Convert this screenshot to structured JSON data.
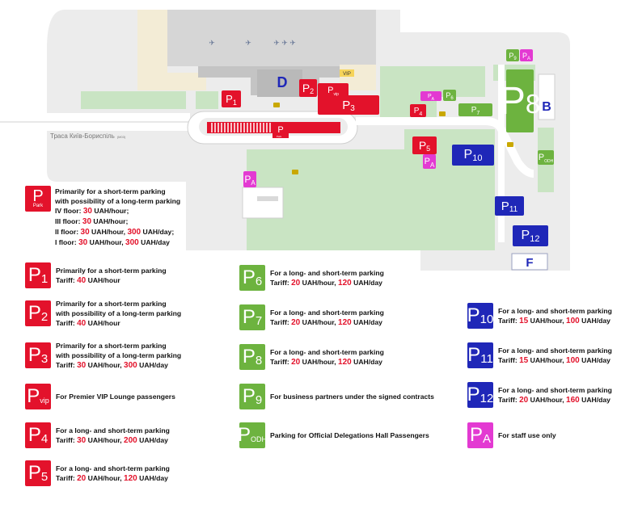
{
  "colors": {
    "red": "#e3122b",
    "green": "#6db33f",
    "blue": "#1f27b8",
    "magenta": "#e33ad2",
    "park": "#c9e4c3",
    "road": "#ececec",
    "terminal": "#bfbfbf"
  },
  "map": {
    "road_label": "Траса Київ-Бориспіль",
    "road_code": "(М03)",
    "terminals": {
      "d": "D",
      "b": "B",
      "f": "F"
    },
    "vip_sign": "VIP",
    "parking_box": {
      "line1": "Park",
      "line2": "block",
      "letter": "B"
    },
    "markers": [
      {
        "code": "1",
        "sub": "",
        "color": "red"
      },
      {
        "code": "2",
        "sub": "",
        "color": "red"
      },
      {
        "code": "3",
        "sub": "",
        "color": "red"
      },
      {
        "code": "",
        "sub": "vip",
        "color": "red"
      },
      {
        "code": "4",
        "sub": "",
        "color": "red"
      },
      {
        "code": "5",
        "sub": "",
        "color": "red"
      },
      {
        "code": "6",
        "sub": "",
        "color": "green"
      },
      {
        "code": "7",
        "sub": "",
        "color": "green"
      },
      {
        "code": "8",
        "sub": "",
        "color": "green"
      },
      {
        "code": "9",
        "sub": "",
        "color": "green"
      },
      {
        "code": "",
        "sub": "ODH",
        "color": "green"
      },
      {
        "code": "10",
        "sub": "",
        "color": "blue"
      },
      {
        "code": "11",
        "sub": "",
        "color": "blue"
      },
      {
        "code": "12",
        "sub": "",
        "color": "blue"
      },
      {
        "code": "A",
        "sub": "",
        "color": "magenta"
      },
      {
        "code": "A",
        "sub": "",
        "color": "magenta"
      },
      {
        "code": "A",
        "sub": "",
        "color": "magenta"
      },
      {
        "code": "A",
        "sub": "",
        "color": "magenta"
      }
    ]
  },
  "legend": {
    "pbox": {
      "title1": "Primarily for a short-term parking",
      "title2": "with possibility of a long-term parking",
      "floors": [
        {
          "floor": "IV floor:",
          "v1": "30",
          "t1": "UAH/hour;",
          "v2": "",
          "t2": ""
        },
        {
          "floor": "III floor:",
          "v1": "30",
          "t1": "UAH/hour;",
          "v2": "",
          "t2": ""
        },
        {
          "floor": "II floor:",
          "v1": "30",
          "t1": "UAH/hour,",
          "v2": "300",
          "t2": "UAH/day;"
        },
        {
          "floor": "I floor:",
          "v1": "30",
          "t1": "UAH/hour,",
          "v2": "300",
          "t2": "UAH/day"
        }
      ]
    },
    "items": [
      {
        "id": "p1",
        "code": "1",
        "sub": "",
        "color": "red",
        "lines": [
          "Primarily for a short-term parking"
        ],
        "tariff": {
          "label": "Tariff:",
          "v1": "40",
          "t1": "UAH/hour",
          "v2": "",
          "t2": ""
        }
      },
      {
        "id": "p2",
        "code": "2",
        "sub": "",
        "color": "red",
        "lines": [
          "Primarily for a short-term parking",
          "with possibility of a long-term parking"
        ],
        "tariff": {
          "label": "Tariff:",
          "v1": "40",
          "t1": "UAH/hour",
          "v2": "",
          "t2": ""
        }
      },
      {
        "id": "p3",
        "code": "3",
        "sub": "",
        "color": "red",
        "lines": [
          "Primarily for a short-term parking",
          "with possibility of a long-term parking"
        ],
        "tariff": {
          "label": "Tariff:",
          "v1": "30",
          "t1": "UAH/hour,",
          "v2": "300",
          "t2": "UAH/day"
        }
      },
      {
        "id": "pvip",
        "code": "",
        "sub": "vip",
        "color": "red",
        "lines": [
          "For Premier VIP Lounge passengers"
        ],
        "tariff": null
      },
      {
        "id": "p4",
        "code": "4",
        "sub": "",
        "color": "red",
        "lines": [
          "For a long- and short-term parking"
        ],
        "tariff": {
          "label": "Tariff:",
          "v1": "30",
          "t1": "UAH/hour,",
          "v2": "200",
          "t2": "UAH/day"
        }
      },
      {
        "id": "p5",
        "code": "5",
        "sub": "",
        "color": "red",
        "lines": [
          "For a long- and short-term parking"
        ],
        "tariff": {
          "label": "Tariff:",
          "v1": "20",
          "t1": "UAH/hour,",
          "v2": "120",
          "t2": "UAH/day"
        }
      },
      {
        "id": "p6",
        "code": "6",
        "sub": "",
        "color": "green",
        "lines": [
          "For a long- and short-term parking"
        ],
        "tariff": {
          "label": "Tariff:",
          "v1": "20",
          "t1": "UAH/hour,",
          "v2": "120",
          "t2": "UAH/day"
        }
      },
      {
        "id": "p7",
        "code": "7",
        "sub": "",
        "color": "green",
        "lines": [
          "For a long- and short-term parking"
        ],
        "tariff": {
          "label": "Tariff:",
          "v1": "20",
          "t1": "UAH/hour,",
          "v2": "120",
          "t2": "UAH/day"
        }
      },
      {
        "id": "p8",
        "code": "8",
        "sub": "",
        "color": "green",
        "lines": [
          "For a long- and short-term parking"
        ],
        "tariff": {
          "label": "Tariff:",
          "v1": "20",
          "t1": "UAH/hour,",
          "v2": "120",
          "t2": "UAH/day"
        }
      },
      {
        "id": "p9",
        "code": "9",
        "sub": "",
        "color": "green",
        "lines": [
          "For business partners under the signed contracts"
        ],
        "tariff": null
      },
      {
        "id": "podh",
        "code": "",
        "sub": "ODH",
        "color": "green",
        "lines": [
          "Parking for Official Delegations Hall Passengers"
        ],
        "tariff": null
      },
      {
        "id": "p10",
        "code": "10",
        "sub": "",
        "color": "blue",
        "lines": [
          "For a long- and short-term parking"
        ],
        "tariff": {
          "label": "Tariff:",
          "v1": "15",
          "t1": "UAH/hour,",
          "v2": "100",
          "t2": "UAH/day"
        }
      },
      {
        "id": "p11",
        "code": "11",
        "sub": "",
        "color": "blue",
        "lines": [
          "For a long- and short-term parking"
        ],
        "tariff": {
          "label": "Tariff:",
          "v1": "15",
          "t1": "UAH/hour,",
          "v2": "100",
          "t2": "UAH/day"
        }
      },
      {
        "id": "p12",
        "code": "12",
        "sub": "",
        "color": "blue",
        "lines": [
          "For a long- and short-term parking"
        ],
        "tariff": {
          "label": "Tariff:",
          "v1": "20",
          "t1": "UAH/hour,",
          "v2": "160",
          "t2": "UAH/day"
        }
      },
      {
        "id": "pa",
        "code": "A",
        "sub": "",
        "color": "magenta",
        "lines": [
          "For staff use only"
        ],
        "tariff": null
      }
    ]
  }
}
